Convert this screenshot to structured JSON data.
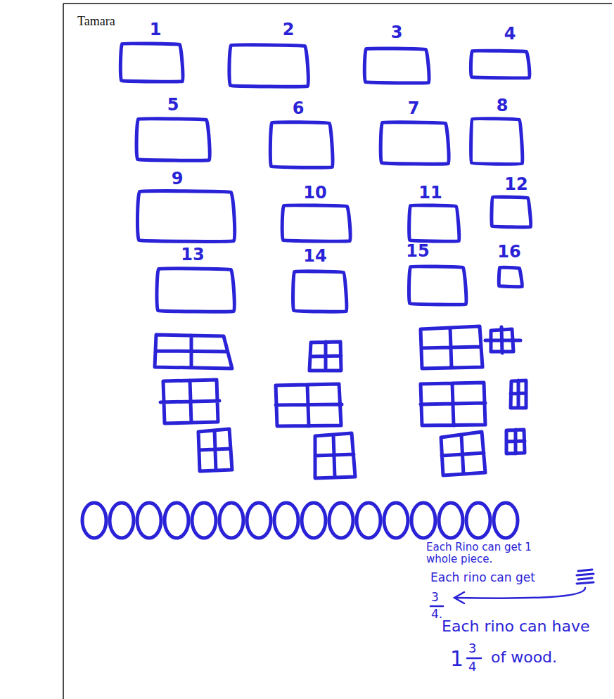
{
  "diagram": {
    "nodes": [
      {
        "text": [
          "1"
        ]
      },
      {
        "text": [
          "2"
        ]
      },
      {
        "text": [
          "3"
        ]
      },
      {
        "text": [
          "4"
        ]
      },
      {
        "text": [
          "5"
        ]
      },
      {
        "text": [
          "6"
        ]
      },
      {
        "text": [
          "7"
        ]
      },
      {
        "text": [
          "8"
        ]
      },
      {
        "text": [
          "9"
        ]
      },
      {
        "text": [
          "10"
        ]
      },
      {
        "text": [
          "11"
        ]
      },
      {
        "text": [
          "12"
        ]
      },
      {
        "text": [
          "13"
        ]
      },
      {
        "text": [
          "14"
        ]
      },
      {
        "text": [
          "15"
        ]
      },
      {
        "text": [
          "16"
        ]
      }
    ],
    "labels": [
      "Tamara",
      "Each Rino can get 1 whole piece.",
      "Each rino can get",
      "3",
      "4.",
      "Each rino can have",
      "1",
      "3",
      "4",
      "of wood."
    ]
  }
}
